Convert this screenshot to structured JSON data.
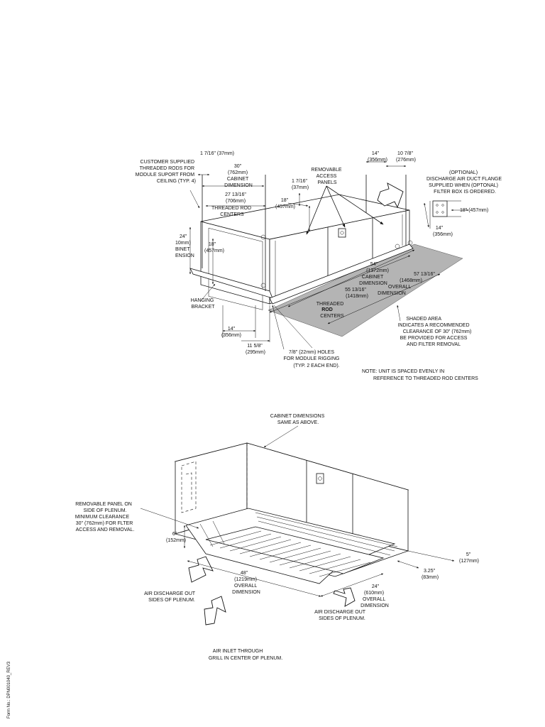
{
  "top_view": {
    "customer_rods": [
      "CUSTOMER SUPPLIED",
      "THREADED RODS FOR",
      "MODULE SUPORT FROM",
      "CEILING (TYP. 4)"
    ],
    "dim_1_7_16_top": "1 7/16\" (37mm)",
    "cabinet_30": [
      "30\"",
      "(762mm)",
      "CABINET",
      "DIMENSION"
    ],
    "rod_27": [
      "27 13/16\"",
      "(706mm)",
      "THREADED ROD",
      "CENTERS"
    ],
    "cabinet_24": [
      "24\"",
      "10mm)",
      "BINET",
      "ENSION"
    ],
    "dim_18_left": [
      "18\"",
      "(457mm)"
    ],
    "hanging_bracket": [
      "HANGING",
      "BRACKET"
    ],
    "dim_14_bottom": [
      "14\"",
      "(356mm)"
    ],
    "dim_11_5_8": [
      "11 5/8\"",
      "(295mm)"
    ],
    "holes_note": [
      "7/8\" (22mm) HOLES",
      "FOR MODULE RIGGING",
      "(TYP. 2 EACH END)."
    ],
    "removable_panels": [
      "REMOVABLE",
      "ACCESS",
      "PANELS"
    ],
    "dim_1_7_16_mid": [
      "1 7/16\"",
      "(37mm)"
    ],
    "dim_18_mid": [
      "18\"",
      "(457mm)"
    ],
    "dim_14_top": [
      "14\"",
      "(356mm)"
    ],
    "dim_10_7_8": [
      "10 7/8\"",
      "(276mm)"
    ],
    "optional_flange": [
      "(OPTIONAL)",
      "DISCHARGE AIR DUCT FLANGE",
      "SUPPLIED WHEN (OPTONAL)",
      "FILTER BOX IS ORDERED."
    ],
    "dim_18_right": "18\" (457mm)",
    "dim_14_right": [
      "14\"",
      "(356mm)"
    ],
    "cabinet_54": [
      "54\"",
      "(1372mm)",
      "CABINET",
      "DIMENSION"
    ],
    "overall_57": [
      "57 13/16\"",
      "(1468mm)",
      "OVERALL",
      "DIMENSION"
    ],
    "rod_55": [
      "55 13/16\"",
      "(1418mm)",
      "THREADED",
      "ROD",
      "CENTERS"
    ],
    "shaded_area": [
      "SHADED AREA",
      "INDICATES A RECOMMENDED",
      "CLEARANCE OF 30\" (762mm)",
      "BE PROVIDED FOR ACCESS",
      "AND FILTER REMOVAL"
    ],
    "note": [
      "NOTE: UNIT IS SPACED EVENLY IN",
      "REFERENCE TO THREADED ROD CENTERS"
    ]
  },
  "bottom_view": {
    "cabinet_same": [
      "CABINET DIMENSIONS",
      "SAME AS ABOVE."
    ],
    "removable_panel": [
      "REMOVABLE PANEL ON",
      "SIDE OF PLENUM.",
      "MINIMUM CLEARANCE",
      "30\" (762mm) FOR FLTER",
      "ACCESS AND REMOVAL."
    ],
    "dim_6": [
      "6\"",
      "(152mm)"
    ],
    "dim_48": [
      "48\"",
      "(1219mm)",
      "OVERALL",
      "DIMENSION"
    ],
    "dim_5": [
      "5\"",
      "(127mm)"
    ],
    "dim_3_25": [
      "3.25\"",
      "(83mm)"
    ],
    "dim_24": [
      "24\"",
      "(610mm)",
      "OVERALL",
      "DIMENSION"
    ],
    "air_discharge_left": [
      "AIR DISCHARGE OUT",
      "SIDES OF PLENUM."
    ],
    "air_discharge_right": [
      "AIR DISCHARGE OUT",
      "SIDES OF PLENUM."
    ],
    "air_inlet": [
      "AIR INLET THROUGH",
      "GRILL IN CENTER OF PLENUM."
    ]
  },
  "form_number": "Form No.: DPN001040_REV3"
}
